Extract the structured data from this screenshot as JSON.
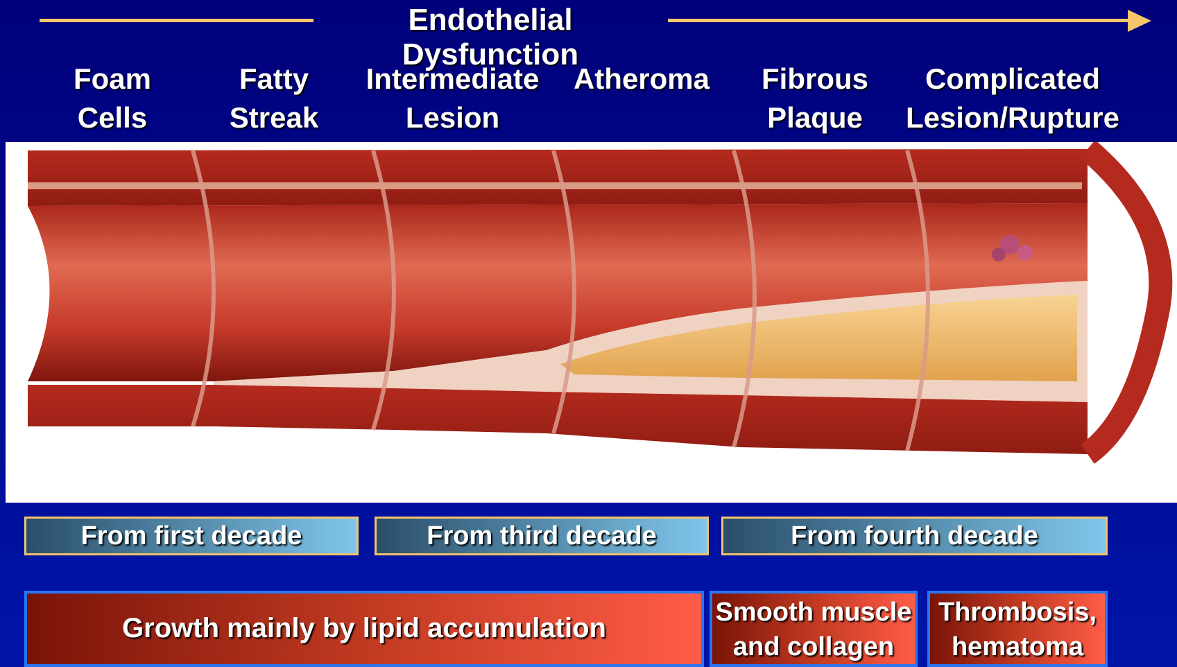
{
  "title": "Endothelial Dysfunction",
  "stages": [
    {
      "line1": "Foam",
      "line2": "Cells"
    },
    {
      "line1": "Fatty",
      "line2": "Streak"
    },
    {
      "line1": "Intermediate",
      "line2": "Lesion"
    },
    {
      "line1": "",
      "line2": "Atheroma"
    },
    {
      "line1": "Fibrous",
      "line2": "Plaque"
    },
    {
      "line1": "Complicated",
      "line2": "Lesion/Rupture"
    }
  ],
  "decades": [
    "From first decade",
    "From third decade",
    "From fourth decade"
  ],
  "growth": [
    {
      "line1": "Growth mainly by lipid accumulation",
      "line2": ""
    },
    {
      "line1": "Smooth muscle",
      "line2": "and collagen"
    },
    {
      "line1": "Thrombosis,",
      "line2": "hematoma"
    }
  ],
  "colors": {
    "background": "#0015a8",
    "arrow": "#f6c66a",
    "decade_border": "#f2c36d",
    "growth_border": "#2a76f2",
    "vessel_wall": "#b52a1e",
    "lumen": "#d84a38",
    "plaque": "#f2c06a"
  }
}
